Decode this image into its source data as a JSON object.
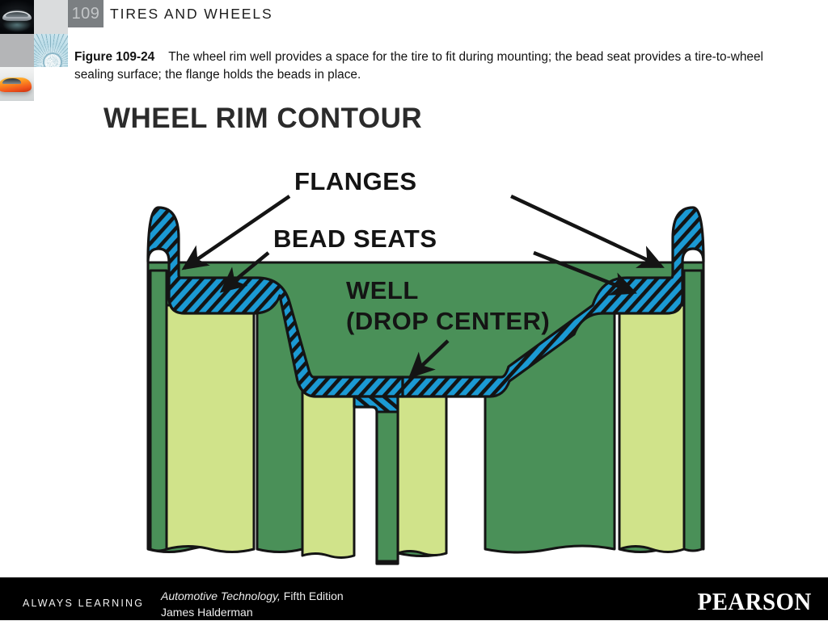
{
  "header": {
    "chapter_number": "109",
    "chapter_title": "TIRES AND WHEELS",
    "thumbnails": [
      {
        "name": "silver-car-thumbnail"
      },
      {
        "name": "light-gray-swatch"
      },
      {
        "name": "gray-swatch"
      },
      {
        "name": "ice-crystal-thumbnail"
      },
      {
        "name": "orange-car-thumbnail"
      },
      {
        "name": "white-swatch"
      }
    ]
  },
  "caption": {
    "figure_label": "Figure 109-24",
    "figure_text": "The wheel rim well provides a space for the tire to fit during mounting; the bead seat provides a tire-to-wheel sealing surface; the flange holds the beads in place."
  },
  "diagram": {
    "title": "WHEEL RIM CONTOUR",
    "labels": {
      "flanges": "FLANGES",
      "bead_seats": "BEAD SEATS",
      "well_line1": "WELL",
      "well_line2": "(DROP CENTER)"
    },
    "colors": {
      "outline": "#111111",
      "cut_surface_blue": "#1b9ad4",
      "hatch_black": "#121212",
      "shade_dark_green": "#4a9058",
      "face_light_green": "#d0e38a",
      "background": "#ffffff"
    }
  },
  "footer": {
    "tagline": "ALWAYS LEARNING",
    "book_title": "Automotive Technology,",
    "book_edition": " Fifth Edition",
    "author": "James Halderman",
    "brand": "PEARSON"
  }
}
